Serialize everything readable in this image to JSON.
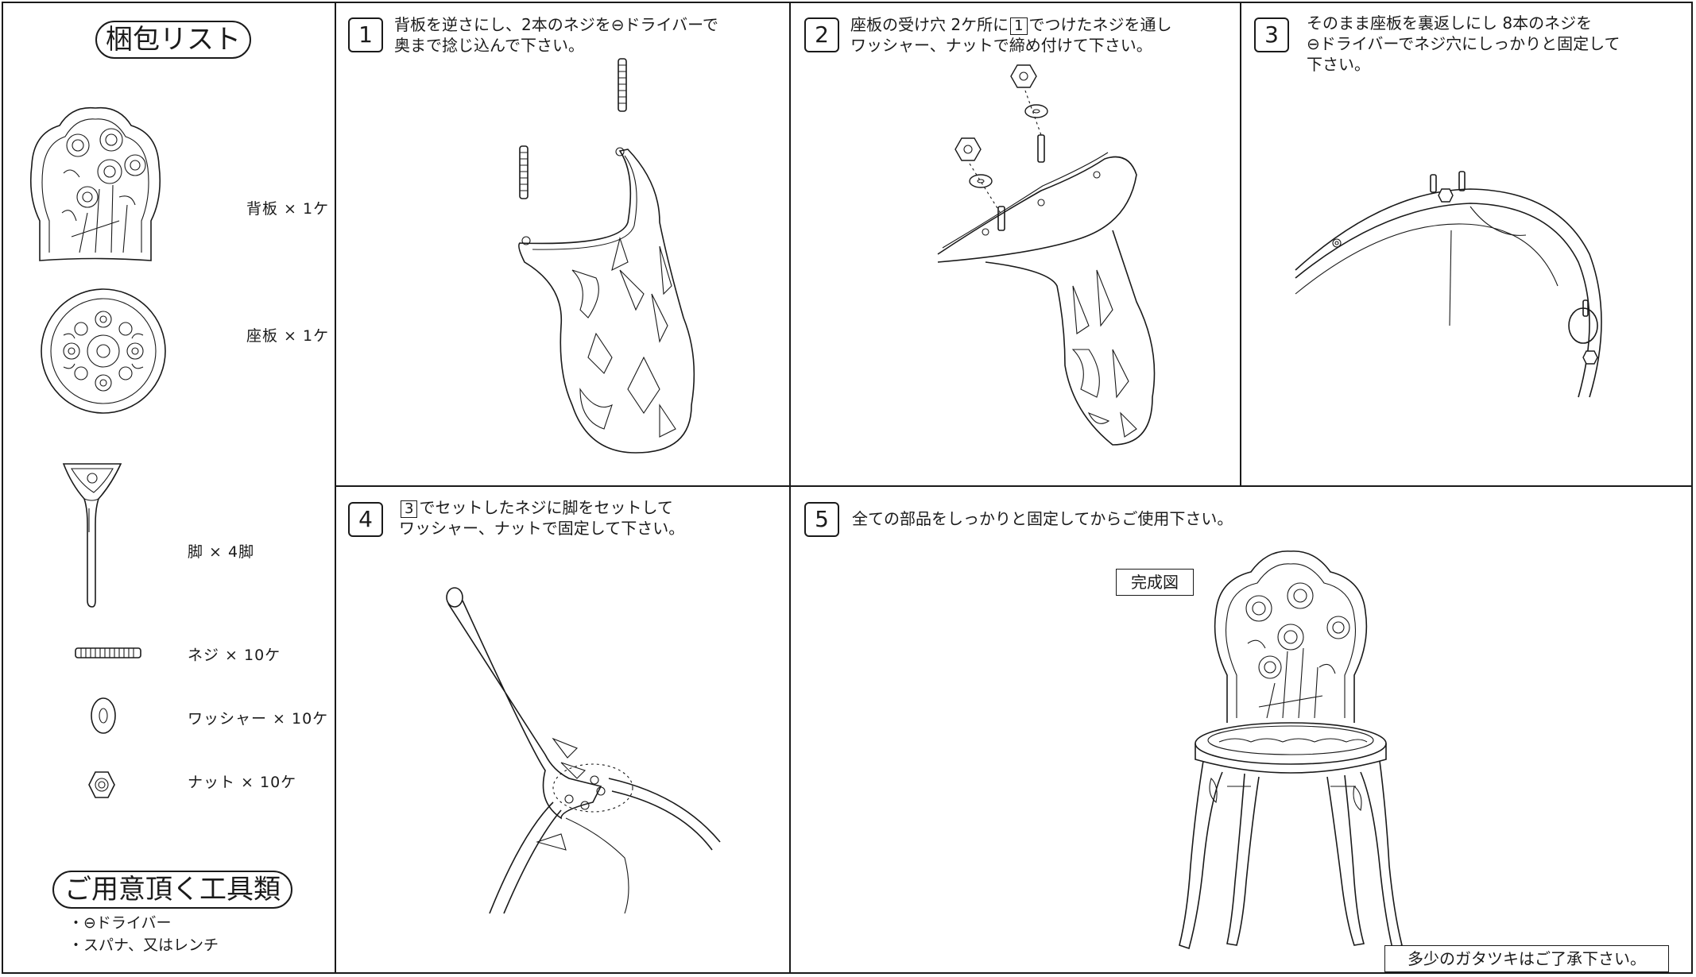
{
  "parts_list": {
    "title": "梱包リスト",
    "items": [
      {
        "label": "背板 × 1ケ"
      },
      {
        "label": "座板 × 1ケ"
      },
      {
        "label": "脚 × 4脚"
      },
      {
        "label": "ネジ × 10ケ"
      },
      {
        "label": "ワッシャー × 10ケ"
      },
      {
        "label": "ナット × 10ケ"
      }
    ]
  },
  "tools": {
    "title": "ご用意頂く工具類",
    "items": [
      "・⊖ドライバー",
      "・スパナ、又はレンチ"
    ]
  },
  "steps": [
    {
      "number": "1",
      "line1": "背板を逆さにし、2本のネジを⊖ドライバーで",
      "line2": "奥まで捻じ込んで下さい。"
    },
    {
      "number": "2",
      "line1a": "座板の受け穴 2ケ所に",
      "ref": "1",
      "line1b": "でつけたネジを通し",
      "line2": "ワッシャー、ナットで締め付けて下さい。"
    },
    {
      "number": "3",
      "line1": "そのまま座板を裏返しにし 8本のネジを",
      "line2": "⊖ドライバーでネジ穴にしっかりと固定して",
      "line3": "下さい。"
    },
    {
      "number": "4",
      "ref": "3",
      "line1b": "でセットしたネジに脚をセットして",
      "line2": "ワッシャー、ナットで固定して下さい。"
    },
    {
      "number": "5",
      "line1": "全ての部品をしっかりと固定してからご使用下さい。"
    }
  ],
  "completed_label": "完成図",
  "note": "多少のガタツキはご了承下さい。"
}
